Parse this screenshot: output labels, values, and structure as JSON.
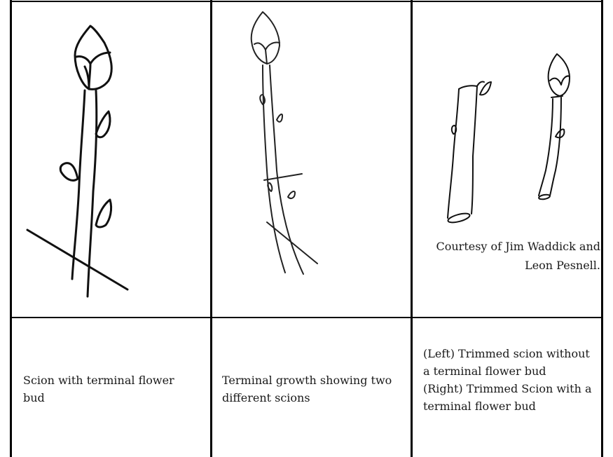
{
  "table": {
    "drawings": [
      {
        "depicts": "scion with terminal flower bud"
      },
      {
        "depicts": "terminal growth with two scions and cut marks"
      },
      {
        "depicts": "two trimmed scions"
      }
    ],
    "credit": {
      "line1": "Courtesy of Jim Waddick and",
      "line2": "Leon Pesnell."
    },
    "captions": [
      {
        "lines": [
          "Scion with terminal flower",
          "bud"
        ]
      },
      {
        "lines": [
          "Terminal growth showing two",
          "different scions"
        ]
      },
      {
        "lines": [
          "(Left) Trimmed scion without",
          "a terminal flower bud",
          "(Right) Trimmed Scion with a",
          "terminal flower bud"
        ]
      }
    ]
  }
}
